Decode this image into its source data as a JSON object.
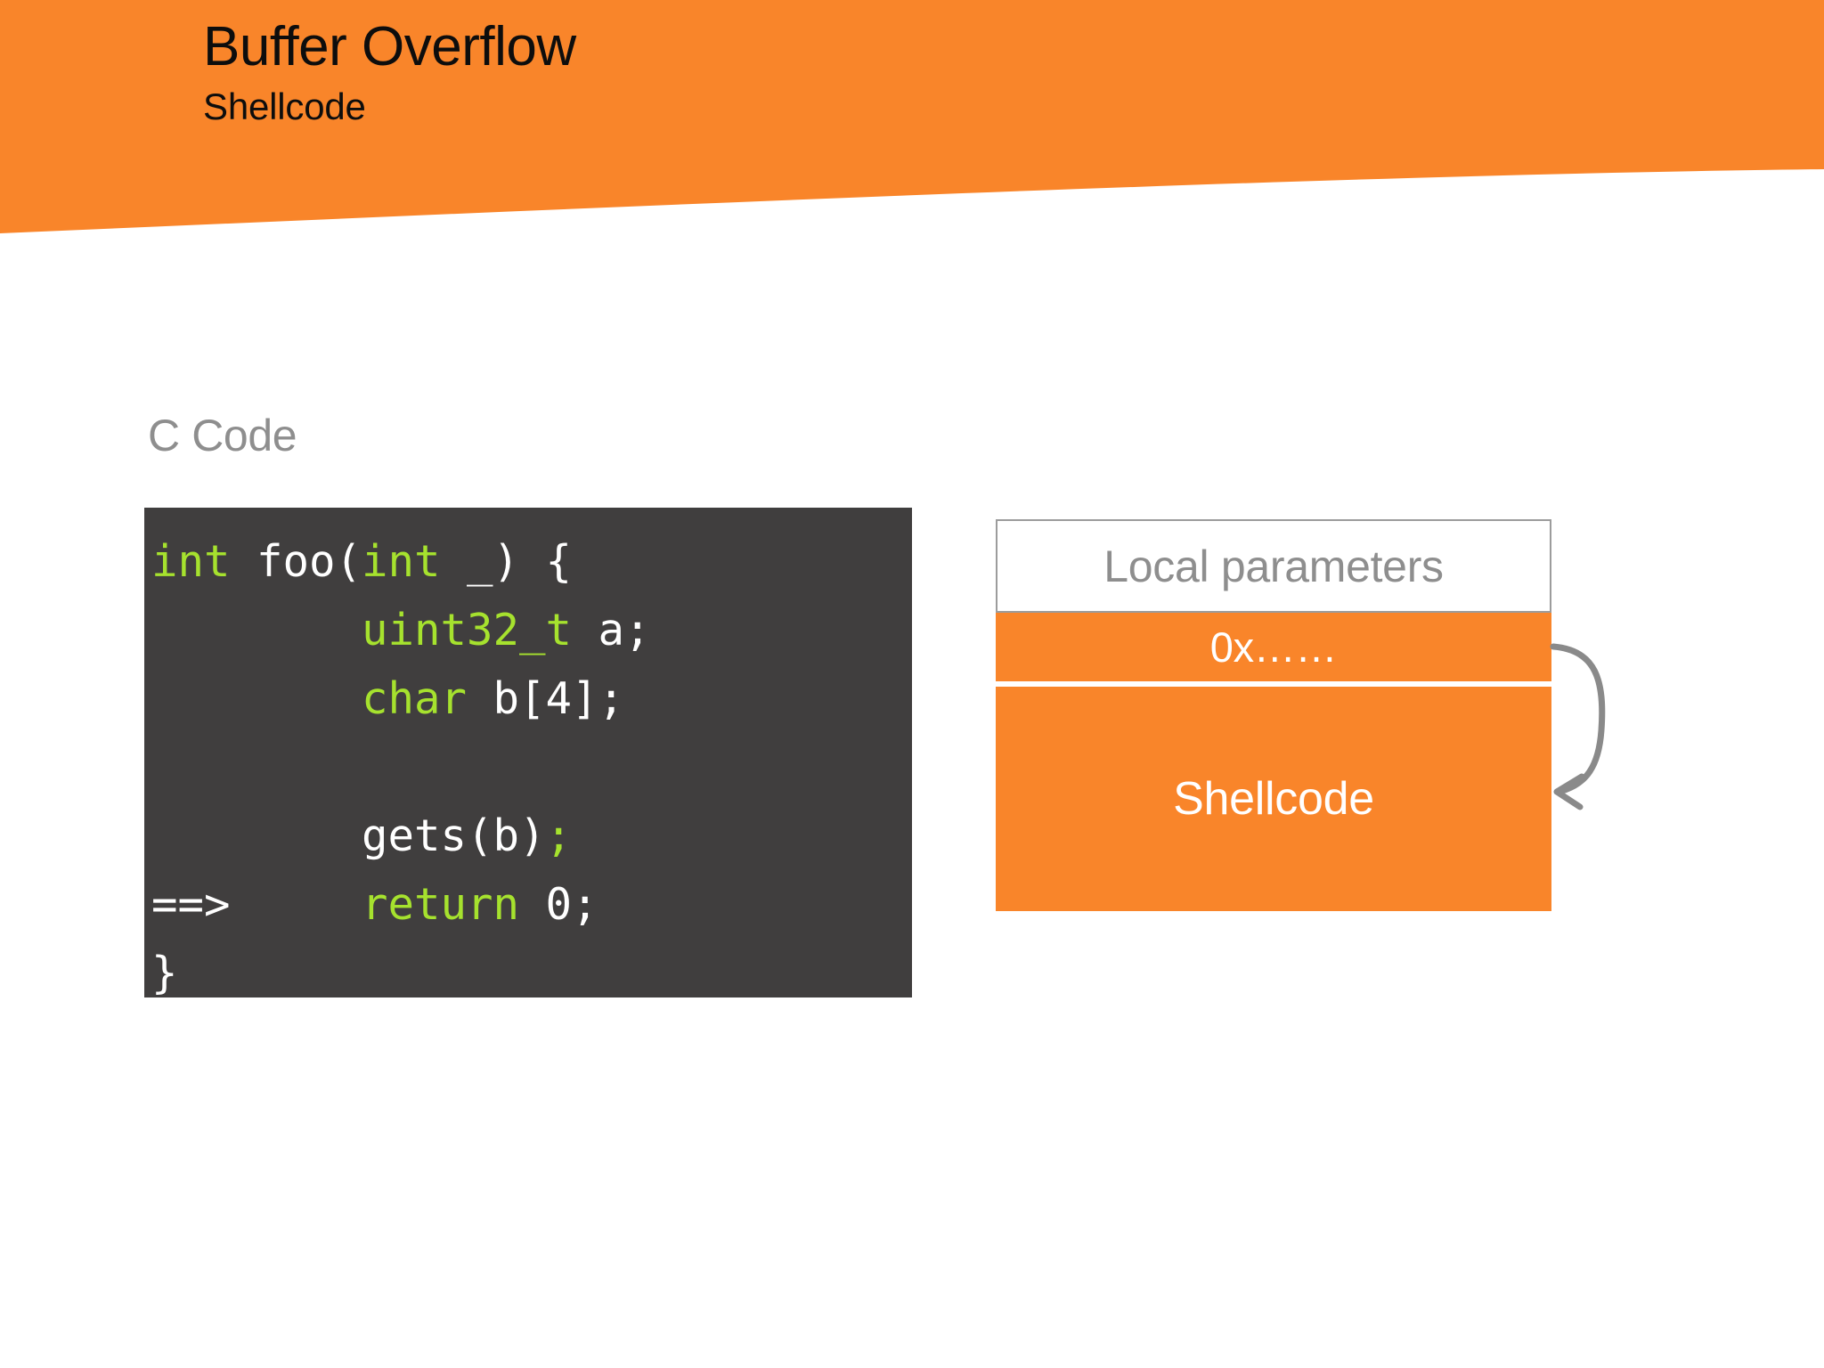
{
  "slide": {
    "title": "Buffer Overflow",
    "subtitle": "Shellcode",
    "accent_color": "#F9852A",
    "background_color": "#FFFFFF",
    "header_text_color": "#0D0D0D"
  },
  "section": {
    "label": "C Code"
  },
  "code": {
    "background_color": "#403E3E",
    "keyword_color": "#A6E22E",
    "text_color": "#FFFFFF",
    "language": "C",
    "lines": [
      {
        "marker": "",
        "tokens": [
          {
            "t": "int",
            "k": true
          },
          {
            "t": " foo(",
            "k": false
          },
          {
            "t": "int",
            "k": true
          },
          {
            "t": " _) {",
            "k": false
          }
        ]
      },
      {
        "marker": "",
        "tokens": [
          {
            "t": "        ",
            "k": false
          },
          {
            "t": "uint32_t",
            "k": true
          },
          {
            "t": " a;",
            "k": false
          }
        ]
      },
      {
        "marker": "",
        "tokens": [
          {
            "t": "        ",
            "k": false
          },
          {
            "t": "char",
            "k": true
          },
          {
            "t": " b[4];",
            "k": false
          }
        ]
      },
      {
        "marker": "",
        "tokens": [
          {
            "t": "",
            "k": false
          }
        ]
      },
      {
        "marker": "",
        "tokens": [
          {
            "t": "        gets(b)",
            "k": false
          },
          {
            "t": ";",
            "k": true
          }
        ]
      },
      {
        "marker": "==>",
        "tokens": [
          {
            "t": "==>     ",
            "k": false
          },
          {
            "t": "return",
            "k": true
          },
          {
            "t": " 0;",
            "k": false
          }
        ]
      },
      {
        "marker": "",
        "tokens": [
          {
            "t": "}",
            "k": false
          }
        ]
      }
    ],
    "plain_text": "int foo(int _) {\n        uint32_t a;\n        char b[4];\n\n        gets(b);\n==>     return 0;\n}"
  },
  "stack": {
    "rows": [
      {
        "label": "Local parameters",
        "fill": "#FFFFFF",
        "text_color": "#8E8E8E",
        "bordered": true
      },
      {
        "label": "0x……",
        "fill": "#F9852A",
        "text_color": "#FFFFFF",
        "bordered": false
      },
      {
        "label": "Shellcode",
        "fill": "#F9852A",
        "text_color": "#FFFFFF",
        "bordered": false
      }
    ],
    "arrow": {
      "name": "return-address-to-shellcode-arrow",
      "color": "#8A8A8A",
      "description": "curved arrow from return address row back into shellcode region"
    }
  }
}
